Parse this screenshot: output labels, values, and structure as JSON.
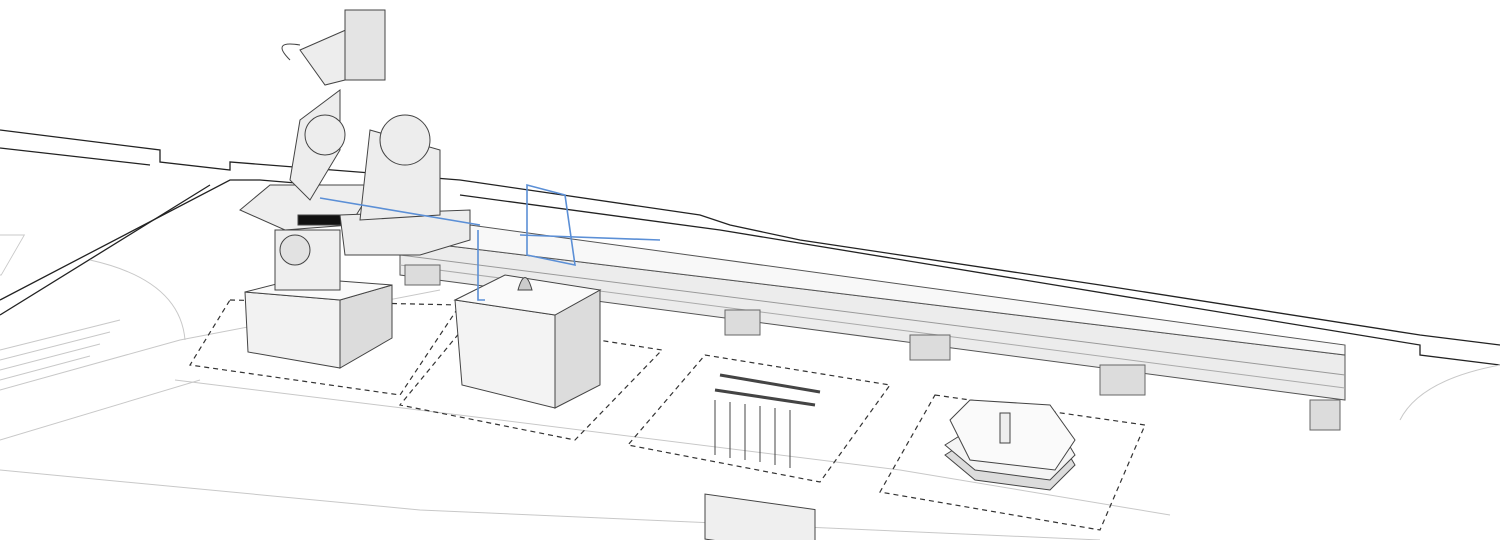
{
  "scene": {
    "colors": {
      "background": "#ffffff",
      "linework": "#222222",
      "faint_linework": "#c8c8c8",
      "solid_face": "#f2f2f2",
      "solid_side": "#dcdcdc",
      "solid_shadow": "#bdbdbd",
      "highlight_blue": "#5b8fd6",
      "dashed_zone": "#333333"
    },
    "objects": [
      "industrial-robot",
      "linear-rail-track",
      "robot-pedestal",
      "work-table-box",
      "turntable-positioner",
      "timber-stick-stack",
      "hexagonal-panel-stack",
      "dashed-work-zones",
      "floor-plan-walls",
      "blue-target-planes"
    ]
  }
}
